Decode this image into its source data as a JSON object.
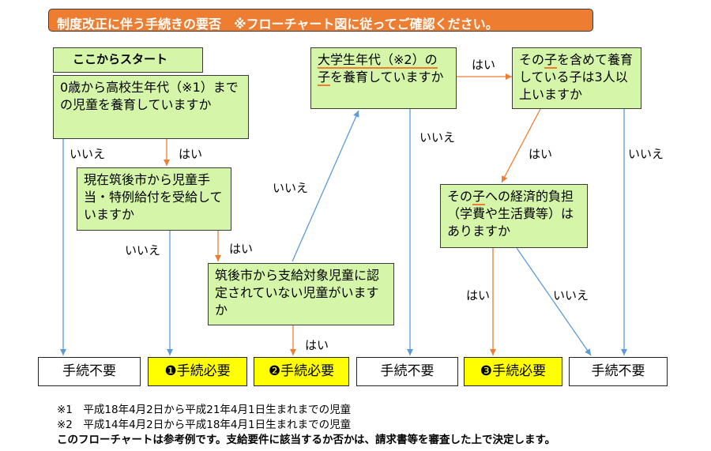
{
  "title": "制度改正に伴う手続きの要否　※フローチャート図に従ってご確認ください。",
  "start_label": "ここからスタート",
  "q1": "0歳から高校生年代（※1）までの児童を養育していますか",
  "q2": "現在筑後市から児童手当・特例給付を受給していますか",
  "q3": "筑後市から支給対象児童に認定されていない児童がいますか",
  "q4": {
    "underlined": "大学生年代（※2）の子",
    "rest": "を養育していますか"
  },
  "q5": {
    "line1_pre": "その",
    "line1_u": "子",
    "line1_post": "を含めて",
    "rest": "養育している子は3人以上いますか"
  },
  "q6": {
    "line1_pre": "その",
    "line1_u": "子",
    "line1_post": "への経済的負",
    "rest": "担（学費や生活費等）はありますか"
  },
  "results": {
    "r1": "手続不要",
    "r2": "❶手続必要",
    "r3": "❷手続必要",
    "r4": "手続不要",
    "r5": "❸手続必要",
    "r6": "手続不要"
  },
  "edge_labels": {
    "yes": "はい",
    "no": "いいえ"
  },
  "notes": {
    "n1": "※1　平成18年4月2日から平成21年4月1日生まれまでの児童",
    "n2": "※2　平成14年4月2日から平成18年4月1日生まれまでの児童",
    "n3": "このフローチャートは参考例です。支給要件に該当するか否かは、請求書等を審査した上で決定します。"
  },
  "colors": {
    "banner": "#ed7d31",
    "question_fill": "#d5f5a8",
    "yes_arrow": "#ed7d31",
    "no_arrow": "#5b9bd5",
    "required_fill": "#ffff00"
  }
}
